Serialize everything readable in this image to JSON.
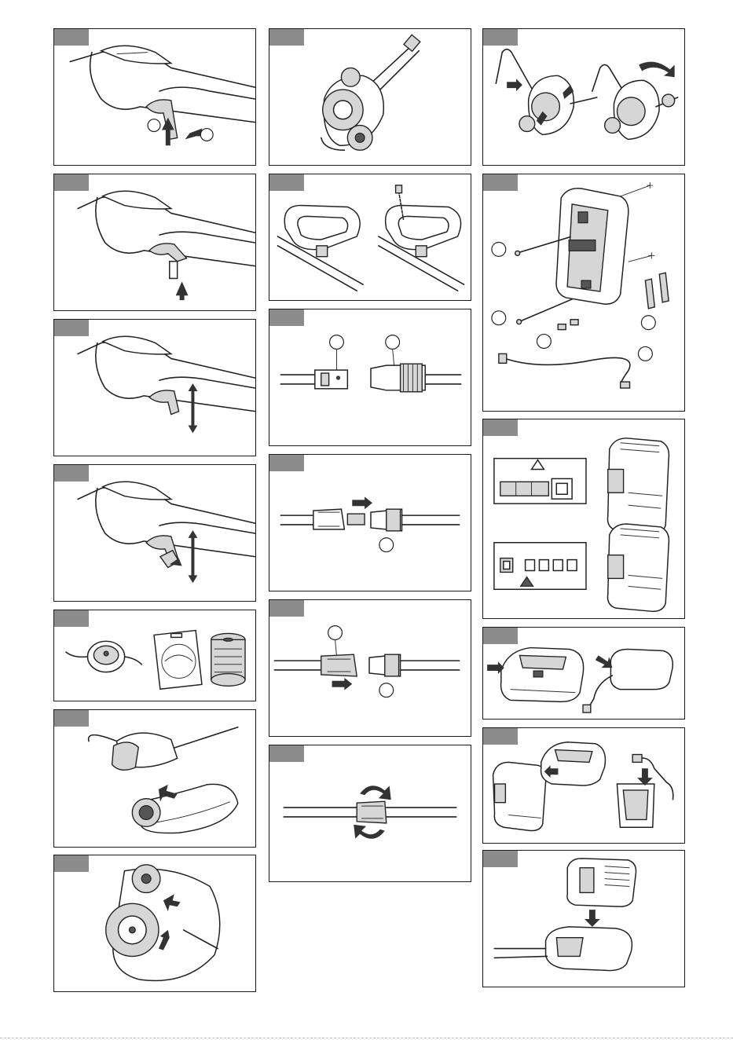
{
  "document": {
    "type": "illustration-sheet",
    "columns": 3
  },
  "panels": {
    "col1": [
      "handle-lever-a",
      "handle-lever-b",
      "handle-lever-c",
      "handle-lever-d",
      "trimmer-line-parts",
      "guard-fit",
      "guard-screw"
    ],
    "col2": [
      "trimmer-head-side",
      "front-handle-fit",
      "shaft-parts",
      "shaft-connect",
      "shaft-slide",
      "shaft-rotate"
    ],
    "col3": [
      "edging-wheel-flip",
      "wall-bracket-kit",
      "battery-indicator",
      "charger-and-adapter",
      "charging-battery",
      "battery-insert"
    ]
  }
}
